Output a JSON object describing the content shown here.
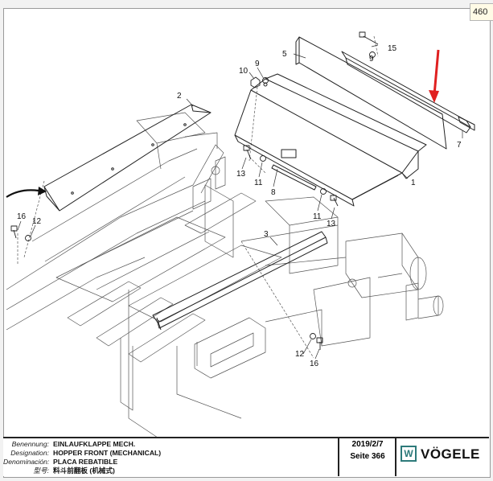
{
  "page_badge": "460",
  "callouts": {
    "c1": "1",
    "c2": "2",
    "c3": "3",
    "c5": "5",
    "c7": "7",
    "c8": "8",
    "c9a": "9",
    "c9b": "9",
    "c10": "10",
    "c11a": "11",
    "c11b": "11",
    "c12a": "12",
    "c12b": "12",
    "c13a": "13",
    "c13b": "13",
    "c15": "15",
    "c16a": "16",
    "c16b": "16"
  },
  "title_block": {
    "rows": [
      {
        "label": "Benennung:",
        "value": "EINLAUFKLAPPE MECH."
      },
      {
        "label": "Designation:",
        "value": "HOPPER FRONT (MECHANICAL)"
      },
      {
        "label": "Denominación:",
        "value": "PLACA REBATIBLE"
      },
      {
        "label": "型号:",
        "value": "料斗前翻板 (机械式)"
      }
    ],
    "date": "2019/2/7",
    "page": "Seite 366",
    "brand_mark": "W",
    "brand_name": "VÖGELE"
  },
  "colors": {
    "arrow_red": "#e02020",
    "brand_teal": "#2d7a7a",
    "line": "#333333"
  }
}
